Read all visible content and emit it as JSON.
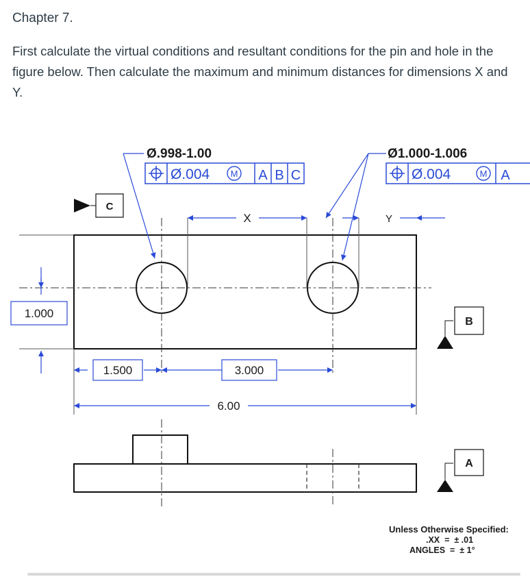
{
  "chapter_title": "Chapter 7.",
  "instructions": "First calculate the virtual conditions and resultant conditions for the pin and hole in the figure below. Then calculate the maximum and minimum distances for dimensions X and Y.",
  "drawing": {
    "pin_size": "Ø.998-1.00",
    "pin_fcf": {
      "symbol": "⌖",
      "tolerance": "Ø.004",
      "modifier": "M",
      "datums": [
        "A",
        "B",
        "C"
      ]
    },
    "hole_size": "Ø1.000-1.006",
    "hole_fcf": {
      "symbol": "⌖",
      "tolerance": "Ø.004",
      "modifier": "M",
      "datums": [
        "A"
      ]
    },
    "datum_c": "C",
    "datum_b": "B",
    "datum_a": "A",
    "dim_x": "X",
    "dim_y": "Y",
    "dim_height": "1.000",
    "dim_left": "1.500",
    "dim_center": "3.000",
    "dim_total": "6.00",
    "notes_title": "Unless Otherwise Specified:",
    "notes_xx": ".XX  =  ± .01",
    "notes_angles": "ANGLES  =  ± 1°"
  },
  "colors": {
    "dimension_blue": "#2a4bd7",
    "text": "#2d3b45"
  }
}
